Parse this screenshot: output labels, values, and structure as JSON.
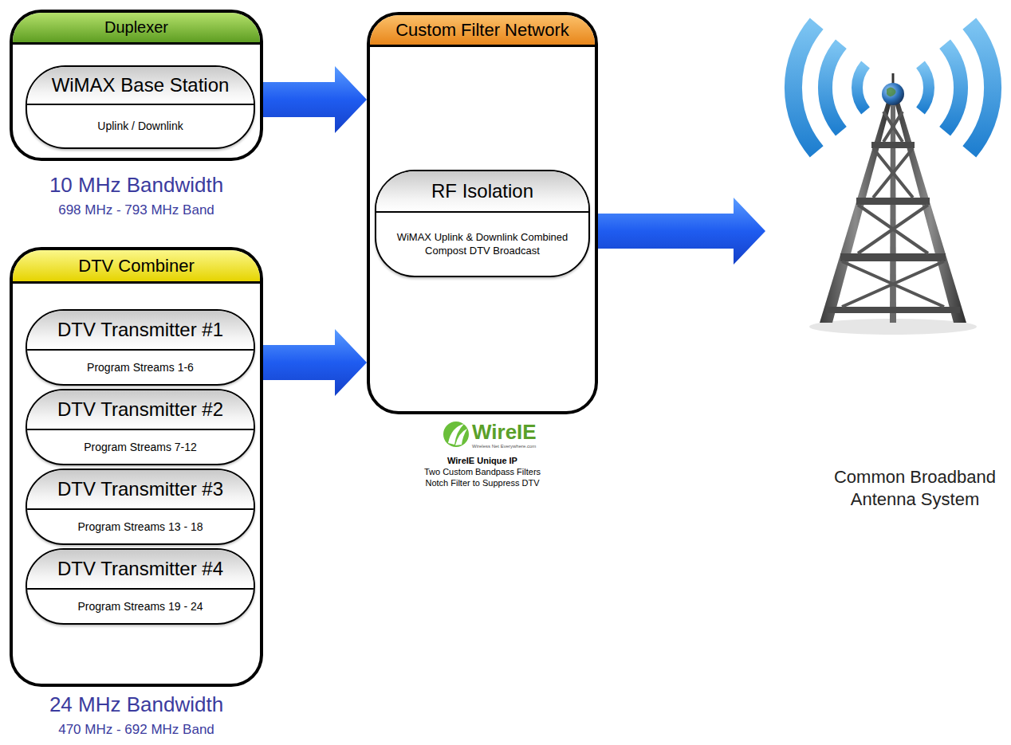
{
  "diagram": {
    "nodes": [
      {
        "text": [
          "Duplexer"
        ]
      },
      {
        "text": [
          "WiMAX Base Station",
          "Uplink / Downlink"
        ],
        "in": 0
      },
      {
        "text": [
          "DTV Combiner"
        ]
      },
      {
        "text": [
          "DTV Transmitter #1",
          "Program Streams 1-6"
        ],
        "in": 2
      },
      {
        "text": [
          "DTV Transmitter #2",
          "Program Streams 7-12"
        ],
        "in": 2
      },
      {
        "text": [
          "DTV Transmitter #3",
          "Program Streams 13 - 18"
        ],
        "in": 2
      },
      {
        "text": [
          "DTV Transmitter #4",
          "Program Streams 19 - 24"
        ],
        "in": 2
      },
      {
        "text": [
          "Custom Filter Network"
        ]
      },
      {
        "text": [
          "RF Isolation",
          "WiMAX Uplink & Downlink Combined Compost DTV Broadcast"
        ],
        "in": 7
      },
      {
        "text": [
          "Common Broadband Antenna System"
        ]
      }
    ],
    "edges": [
      {
        "from": 0,
        "to": 7,
        "arrow": "to"
      },
      {
        "from": 2,
        "to": 7,
        "arrow": "to"
      },
      {
        "from": 7,
        "to": 9,
        "arrow": "to"
      }
    ],
    "labels": [
      "10 MHz Bandwidth",
      "698 MHz - 793 MHz Band",
      "24 MHz Bandwidth",
      "470 MHz - 692 MHz Band",
      "WireIE",
      "Wireless Net Everywhere.com",
      "WireIE Unique IP",
      "Two Custom Bandpass Filters",
      "Notch Filter to Suppress DTV"
    ]
  }
}
